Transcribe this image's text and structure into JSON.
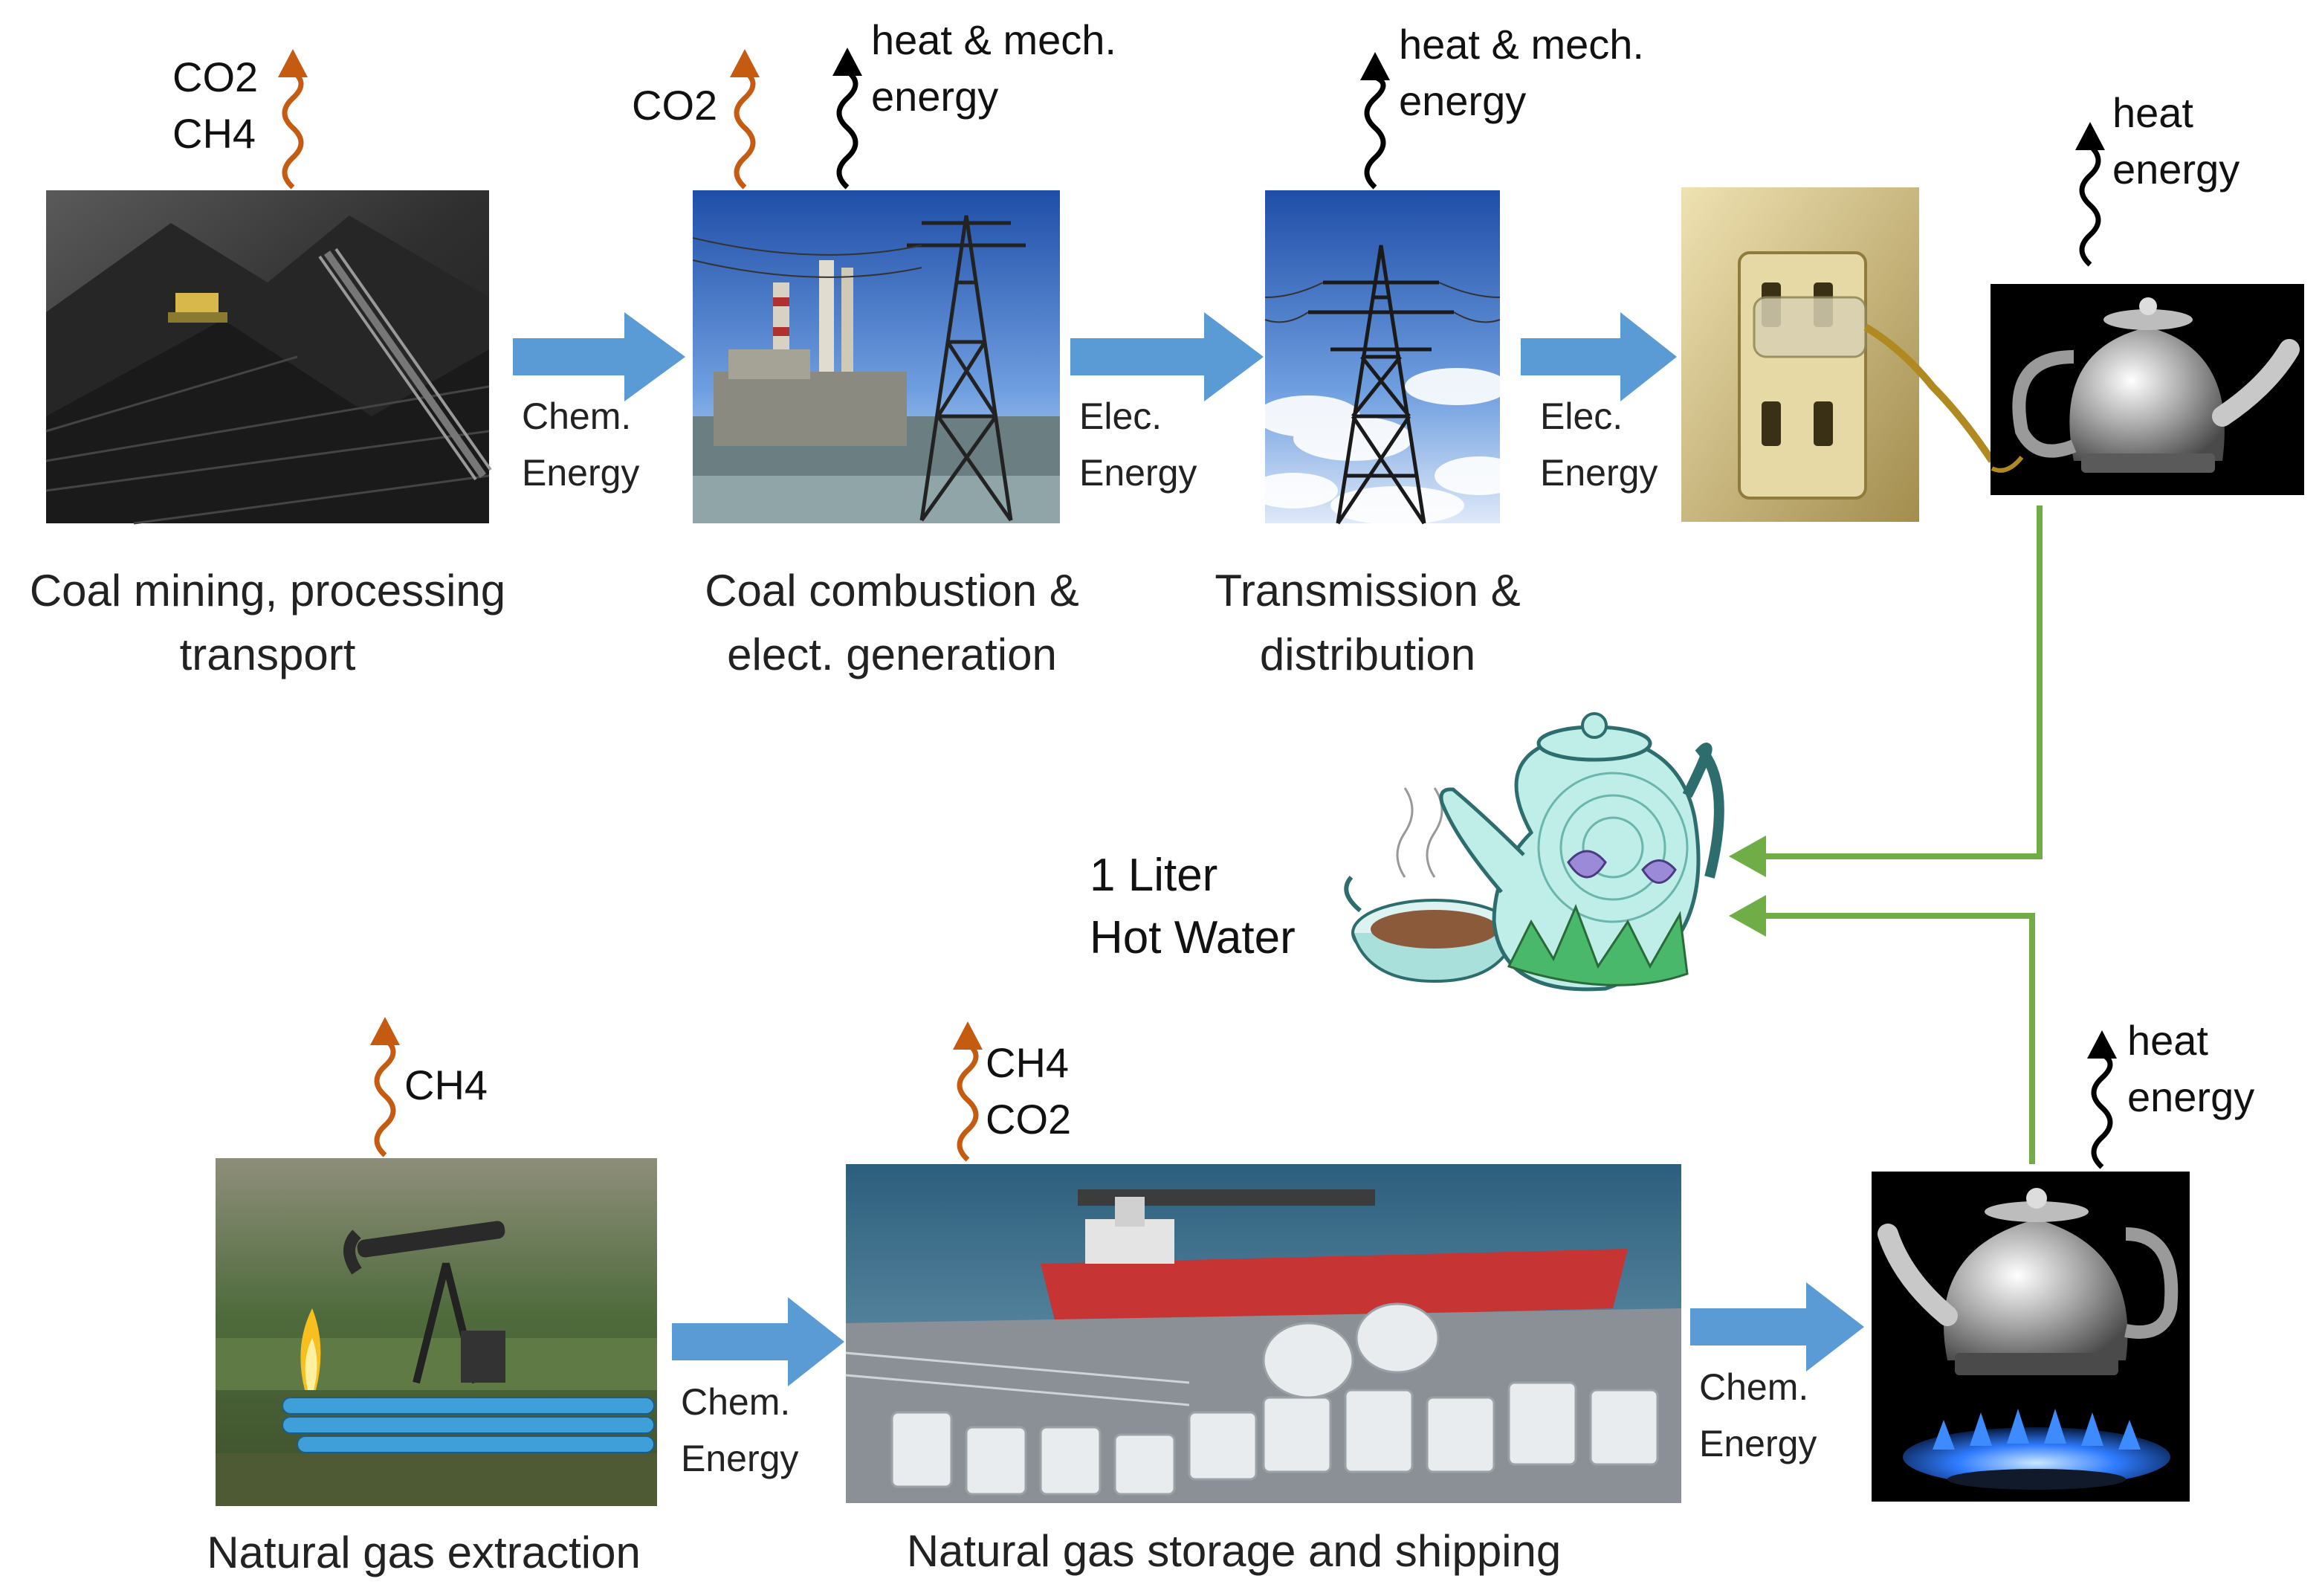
{
  "stages": {
    "coal_mining": [
      "Coal mining, processing",
      "transport"
    ],
    "coal_combustion": [
      "Coal combustion &",
      "elect. generation"
    ],
    "transmission": [
      "Transmission &",
      "distribution"
    ],
    "gas_extraction": [
      "Natural gas extraction"
    ],
    "gas_storage": [
      "Natural gas storage and shipping"
    ]
  },
  "emissions": {
    "mining": [
      "CO2",
      "CH4"
    ],
    "combustion_co2": [
      "CO2"
    ],
    "combustion_heat": [
      "heat & mech.",
      "energy"
    ],
    "transmission_heat": [
      "heat & mech.",
      "energy"
    ],
    "electric_kettle_heat": [
      "heat",
      "energy"
    ],
    "extraction": [
      "CH4"
    ],
    "storage": [
      "CH4",
      "CO2"
    ],
    "gas_kettle_heat": [
      "heat",
      "energy"
    ]
  },
  "flows": {
    "chem_1": [
      "Chem.",
      "Energy"
    ],
    "elec_1": [
      "Elec.",
      "Energy"
    ],
    "elec_2": [
      "Elec.",
      "Energy"
    ],
    "chem_2": [
      "Chem.",
      "Energy"
    ],
    "chem_3": [
      "Chem.",
      "Energy"
    ]
  },
  "output": [
    "1 Liter",
    "Hot Water"
  ],
  "colors": {
    "flow_arrow": "#5b9bd5",
    "emission_arrow": "#c55a11",
    "heat_arrow": "#000000",
    "connector": "#70ad47"
  }
}
